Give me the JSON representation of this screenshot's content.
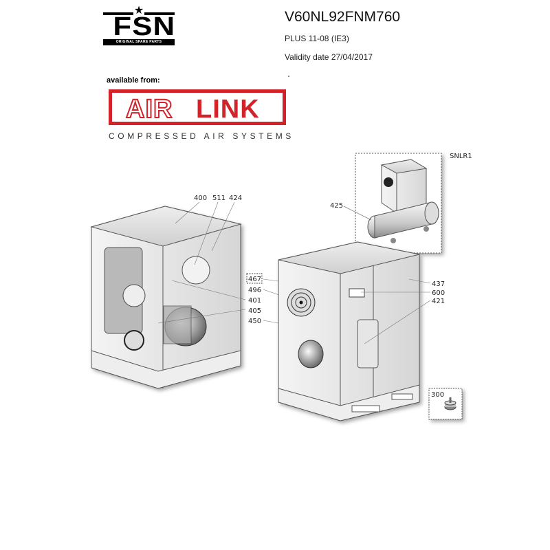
{
  "header": {
    "brand_logo": {
      "name": "FSN",
      "subtitle": "ORIGINAL SPARE PARTS"
    },
    "model_code": "V60NL92FNM760",
    "variant": "PLUS 11-08 (IE3)",
    "validity": "Validity date 27/04/2017"
  },
  "supplier": {
    "label": "available from:",
    "logo_left": "AIR",
    "logo_right": "LINK",
    "tagline": "COMPRESSED AIR SYSTEMS",
    "brand_color": "#d2232a"
  },
  "diagram": {
    "inset_tank": {
      "label": "SNLR1",
      "callout": "425"
    },
    "inset_foot": {
      "callout": "300"
    },
    "left_unit_callouts": [
      "400",
      "511",
      "424"
    ],
    "middle_callouts": [
      "467",
      "496",
      "401",
      "405",
      "450"
    ],
    "right_unit_callouts": [
      "437",
      "600",
      "421"
    ]
  }
}
